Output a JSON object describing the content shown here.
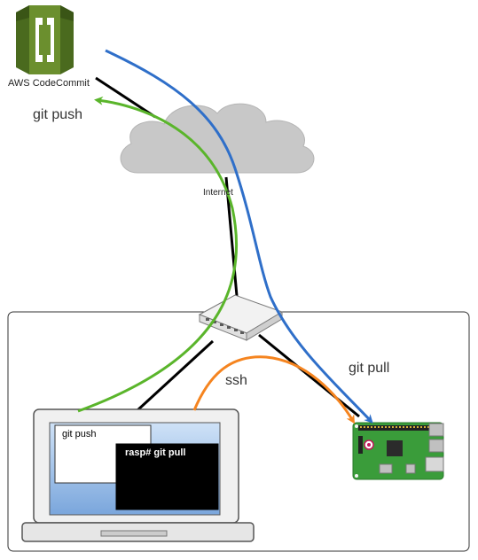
{
  "labels": {
    "codecommit": "AWS CodeCommit",
    "internet": "Internet",
    "git_push": "git push",
    "git_pull": "git pull",
    "ssh": "ssh",
    "window_git_push": "git push",
    "terminal_git_pull": "rasp# git pull"
  },
  "icons": {
    "codecommit": "aws-codecommit-icon",
    "cloud": "cloud-icon",
    "router": "network-switch-icon",
    "laptop": "laptop-icon",
    "raspberry_pi": "raspberry-pi-board-icon"
  },
  "colors": {
    "green_arrow": "#5ab52b",
    "blue_arrow": "#2f6fc9",
    "orange_arrow": "#f5841f",
    "aws_green": "#6b8f2e",
    "cloud_gray": "#c8c8c8",
    "board_green": "#3a9c3a"
  }
}
